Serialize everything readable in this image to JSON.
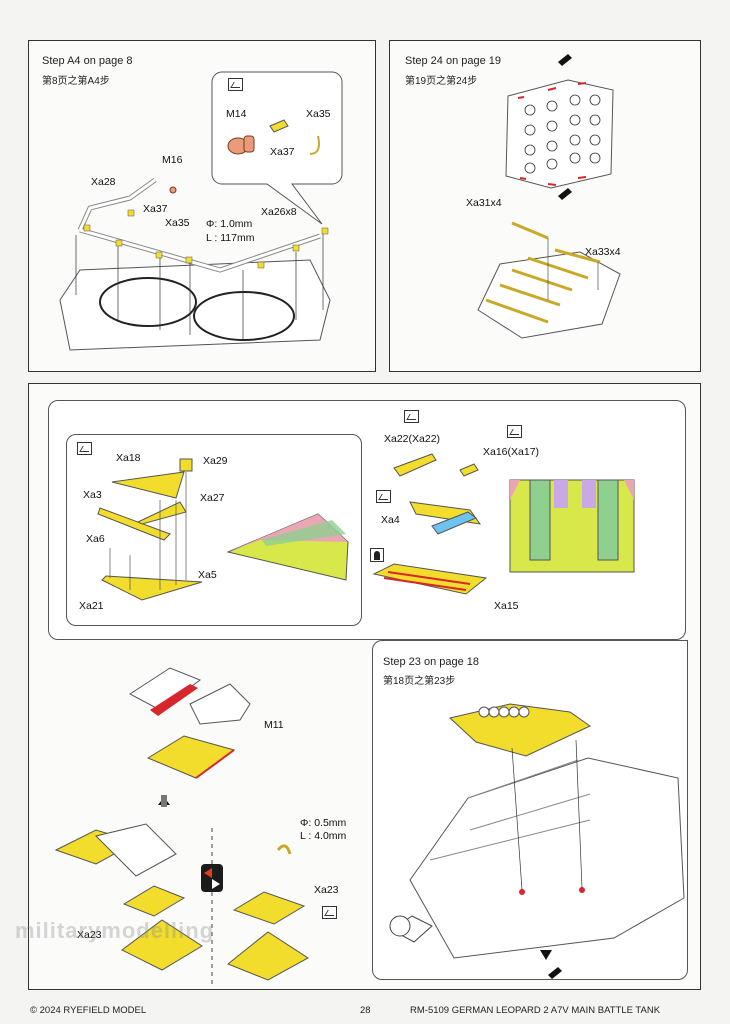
{
  "panel_a4": {
    "title": "Step A4 on page 8",
    "subtitle": "第8页之第A4步",
    "labels": {
      "m14": "M14",
      "xa35_top": "Xa35",
      "xa37_top": "Xa37",
      "m16": "M16",
      "xa28": "Xa28",
      "xa37": "Xa37",
      "xa35": "Xa35",
      "phi": "Φ: 1.0mm",
      "length": "L : 117mm",
      "xa26": "Xa26x8"
    }
  },
  "panel_24": {
    "title": "Step 24 on page 19",
    "subtitle": "第19页之第24步",
    "labels": {
      "xa31": "Xa31x4",
      "xa33": "Xa33x4"
    }
  },
  "panel_main": {
    "sub_left": {
      "labels": {
        "xa18": "Xa18",
        "xa29": "Xa29",
        "xa3": "Xa3",
        "xa27": "Xa27",
        "xa6": "Xa6",
        "xa5": "Xa5",
        "xa21": "Xa21"
      }
    },
    "sub_right": {
      "labels": {
        "xa22": "Xa22(Xa22)",
        "xa16": "Xa16(Xa17)",
        "xa4": "Xa4",
        "xa15": "Xa15"
      }
    },
    "lower_left": {
      "labels": {
        "m11": "M11",
        "phi": "Φ: 0.5mm",
        "length": "L : 4.0mm",
        "xa23_right": "Xa23",
        "xa23_left": "Xa23"
      }
    },
    "step23": {
      "title": "Step 23 on page 18",
      "subtitle": "第18页之第23步"
    }
  },
  "footer": {
    "left": "© 2024 RYEFIELD MODEL",
    "center": "28",
    "right": "RM-5109 GERMAN LEOPARD  2 A7V MAIN BATTLE TANK"
  },
  "colors": {
    "brass": "#f2dc2c",
    "red": "#d9262a",
    "green": "#8fd08f",
    "pink": "#e8a7b3",
    "lavender": "#c9a8e6",
    "blue": "#6fc3f0"
  }
}
